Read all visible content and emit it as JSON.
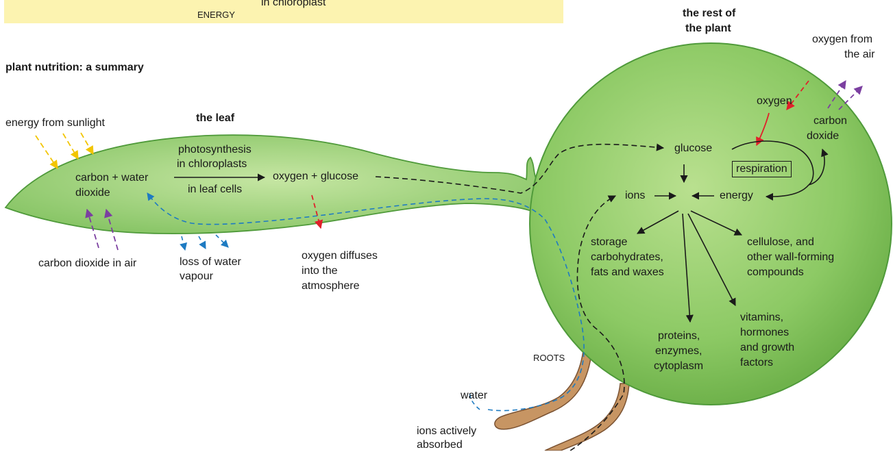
{
  "banner": {
    "energy": "ENERGY",
    "chloroplast": "in chloroplast"
  },
  "title": "plant nutrition: a summary",
  "leaf": {
    "title": "the leaf",
    "energy_from_sunlight": "energy from sunlight",
    "carbon_water": "carbon + water",
    "dioxide": "dioxide",
    "photosynthesis_line1": "photosynthesis",
    "photosynthesis_line2": "in chloroplasts",
    "photosynthesis_line3": "in leaf cells",
    "oxygen_glucose": "oxygen + glucose",
    "carbon_dioxide_in_air": "carbon dioxide in air",
    "loss_water_line1": "loss of water",
    "loss_water_line2": "vapour",
    "oxygen_diffuses_line1": "oxygen diffuses",
    "oxygen_diffuses_line2": "into the",
    "oxygen_diffuses_line3": "atmosphere"
  },
  "plant": {
    "title_line1": "the rest of",
    "title_line2": "the plant",
    "oxygen_from_air_line1": "oxygen from",
    "oxygen_from_air_line2": "the air",
    "oxygen": "oxygen",
    "carbon_line1": "carbon",
    "carbon_line2": "doxide",
    "glucose": "glucose",
    "respiration": "respiration",
    "ions": "ions",
    "energy": "energy",
    "storage_line1": "storage",
    "storage_line2": "carbohydrates,",
    "storage_line3": "fats and waxes",
    "cellulose_line1": "cellulose, and",
    "cellulose_line2": "other wall-forming",
    "cellulose_line3": "compounds",
    "proteins_line1": "proteins,",
    "proteins_line2": "enzymes,",
    "proteins_line3": "cytoplasm",
    "vitamins_line1": "vitamins,",
    "vitamins_line2": "hormones",
    "vitamins_line3": "and growth",
    "vitamins_line4": "factors"
  },
  "roots": {
    "label": "ROOTS",
    "water": "water",
    "ions_line1": "ions actively",
    "ions_line2": "absorbed"
  },
  "colors": {
    "banner": "#fcf3b0",
    "green_fill": "#8fcb6a",
    "green_edge": "#4f9a3a",
    "root_fill": "#c79563",
    "root_edge": "#7a5232",
    "yellow_arrow": "#f2c500",
    "purple_arrow": "#7b3fa0",
    "blue_path": "#1e7bc2",
    "red_arrow": "#e0202a",
    "black_path": "#1a1a1a"
  }
}
